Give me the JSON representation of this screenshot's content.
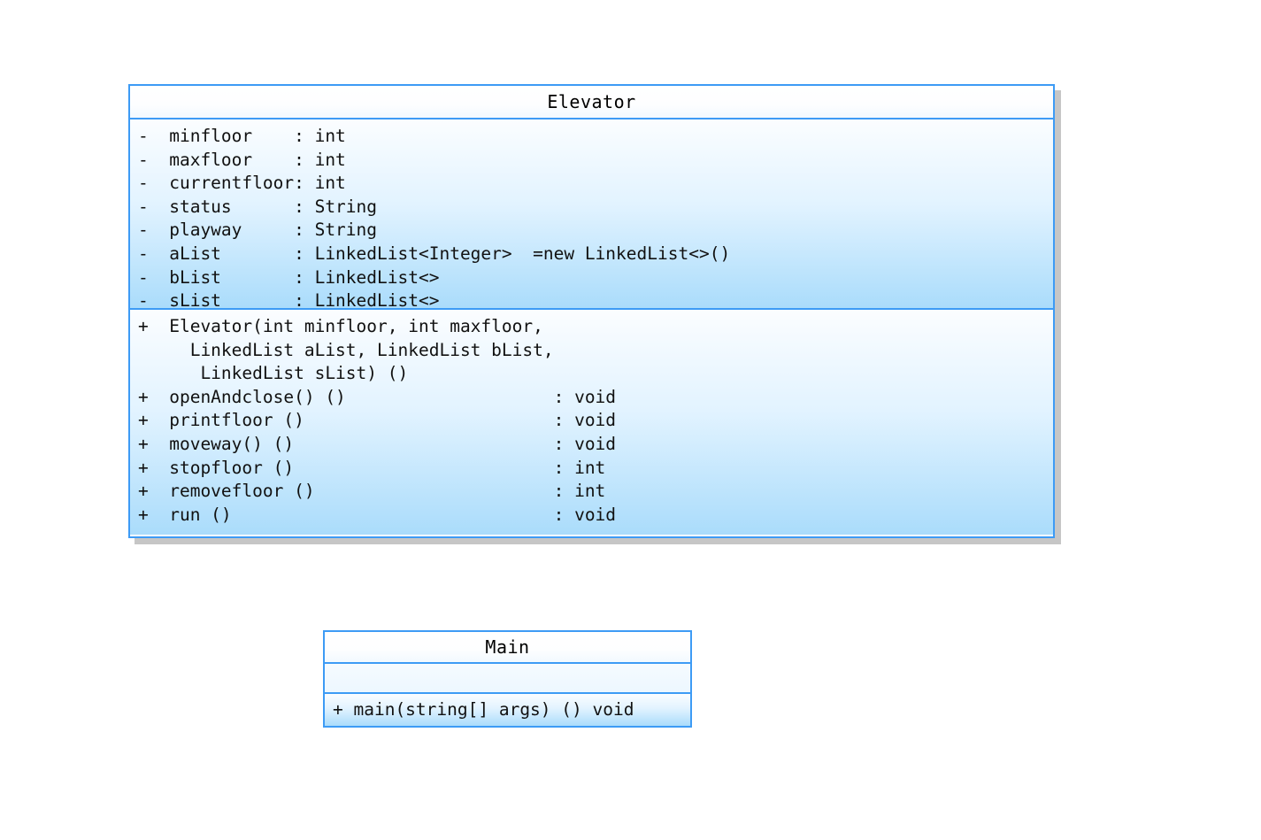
{
  "diagram": {
    "type": "uml-class-diagram",
    "background_color": "#ffffff",
    "border_color": "#3d9bf5",
    "fill_color": "#aadcfb",
    "shadow_color": "#c6c6c6"
  },
  "classes": [
    {
      "name": "Elevator",
      "attributes": [
        "-  minfloor    : int",
        "-  maxfloor    : int",
        "-  currentfloor: int",
        "-  status      : String",
        "-  playway     : String",
        "-  aList       : LinkedList<Integer>  =new LinkedList<>()",
        "-  bList       : LinkedList<>",
        "-  sList       : LinkedList<>"
      ],
      "methods": [
        "+  Elevator(int minfloor, int maxfloor,",
        "     LinkedList aList, LinkedList bList,",
        "      LinkedList sList) ()",
        "+  openAndclose() ()                    : void",
        "+  printfloor ()                        : void",
        "+  moveway() ()                         : void",
        "+  stopfloor ()                         : int",
        "+  removefloor ()                       : int",
        "+  run ()                               : void"
      ]
    },
    {
      "name": "Main",
      "attributes": [],
      "methods": [
        "+ main(string[] args) () void"
      ]
    }
  ]
}
